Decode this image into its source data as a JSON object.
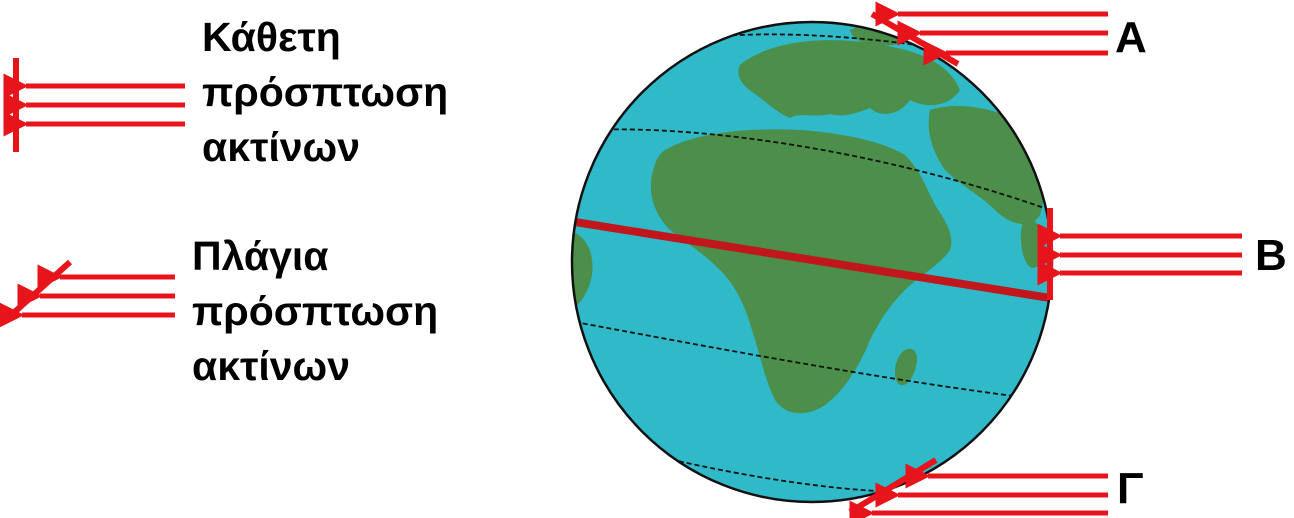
{
  "legend": {
    "perpendicular": {
      "line1": "Κάθετη",
      "line2": "πρόσπτωση",
      "line3": "ακτίνων"
    },
    "oblique": {
      "line1": "Πλάγια",
      "line2": "πρόσπτωση",
      "line3": "ακτίνων"
    }
  },
  "points": {
    "a": "Α",
    "b": "Β",
    "c": "Γ"
  },
  "colors": {
    "ocean": "#2fb9c9",
    "land": "#4b8f4b",
    "ray": "#e8141c",
    "equator": "#c0161c",
    "outline": "#111111"
  }
}
